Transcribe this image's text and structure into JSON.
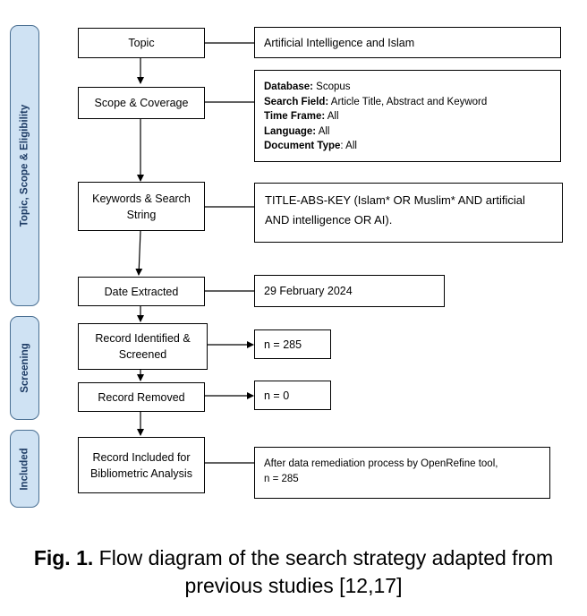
{
  "phases": [
    {
      "label": "Topic, Scope & Eligibility"
    },
    {
      "label": "Screening"
    },
    {
      "label": "Included"
    }
  ],
  "steps": {
    "topic": "Topic",
    "scope": "Scope & Coverage",
    "keywords": "Keywords & Search String",
    "date": "Date Extracted",
    "identified": "Record Identified & Screened",
    "removed": "Record Removed",
    "included": "Record Included for Bibliometric Analysis"
  },
  "details": {
    "topic": "Artificial Intelligence and Islam",
    "scope": [
      {
        "key": "Database:",
        "value": " Scopus"
      },
      {
        "key": "Search Field:",
        "value": " Article Title, Abstract and Keyword"
      },
      {
        "key": "Time Frame:",
        "value": " All"
      },
      {
        "key": "Language:",
        "value": " All"
      },
      {
        "key": "Document Type",
        "value": ": All"
      }
    ],
    "keywords": "TITLE-ABS-KEY (Islam* OR Muslim* AND artificial AND intelligence OR AI).",
    "date": "29 February 2024",
    "identified": "n = 285",
    "removed": "n = 0",
    "included_line1": "After data remediation process by OpenRefine tool,",
    "included_line2": "n = 285"
  },
  "caption": {
    "label": "Fig. 1.",
    "text": " Flow diagram of the search strategy adapted from previous studies [12,17]"
  }
}
